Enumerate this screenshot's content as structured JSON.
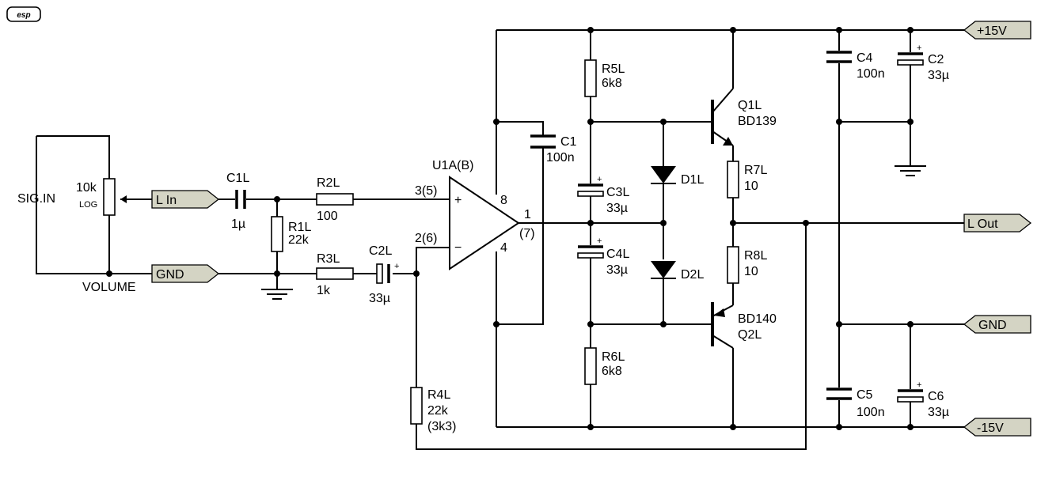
{
  "logo": "esp",
  "connectors": {
    "l_in": "L In",
    "gnd_in": "GND",
    "l_out": "L Out",
    "pos_rail": "+15V",
    "gnd_out": "GND",
    "neg_rail": "-15V"
  },
  "labels": {
    "sig_in": "SIG.IN",
    "pot_value": "10k",
    "pot_taper": "LOG",
    "volume": "VOLUME",
    "opamp": "U1A(B)",
    "pin_plus": "+",
    "pin_minus": "−",
    "pin3": "3(5)",
    "pin2": "2(6)",
    "pin8": "8",
    "pin4": "4",
    "pin1": "1",
    "pin7": "(7)"
  },
  "components": {
    "c1l": {
      "ref": "C1L",
      "value": "1µ"
    },
    "r1l": {
      "ref": "R1L",
      "value": "22k"
    },
    "r2l": {
      "ref": "R2L",
      "value": "100"
    },
    "r3l": {
      "ref": "R3L",
      "value": "1k"
    },
    "c2l": {
      "ref": "C2L",
      "value": "33µ"
    },
    "r4l": {
      "ref": "R4L",
      "value": "22k",
      "alt": "(3k3)"
    },
    "c1": {
      "ref": "C1",
      "value": "100n"
    },
    "r5l": {
      "ref": "R5L",
      "value": "6k8"
    },
    "c3l": {
      "ref": "C3L",
      "value": "33µ"
    },
    "c4l": {
      "ref": "C4L",
      "value": "33µ"
    },
    "r6l": {
      "ref": "R6L",
      "value": "6k8"
    },
    "d1l": {
      "ref": "D1L"
    },
    "d2l": {
      "ref": "D2L"
    },
    "q1l": {
      "ref": "Q1L",
      "part": "BD139"
    },
    "q2l": {
      "ref": "Q2L",
      "part": "BD140"
    },
    "r7l": {
      "ref": "R7L",
      "value": "10"
    },
    "r8l": {
      "ref": "R8L",
      "value": "10"
    },
    "c4": {
      "ref": "C4",
      "value": "100n"
    },
    "c2": {
      "ref": "C2",
      "value": "33µ"
    },
    "c5": {
      "ref": "C5",
      "value": "100n"
    },
    "c6": {
      "ref": "C6",
      "value": "33µ"
    }
  },
  "polarity_mark": "+"
}
